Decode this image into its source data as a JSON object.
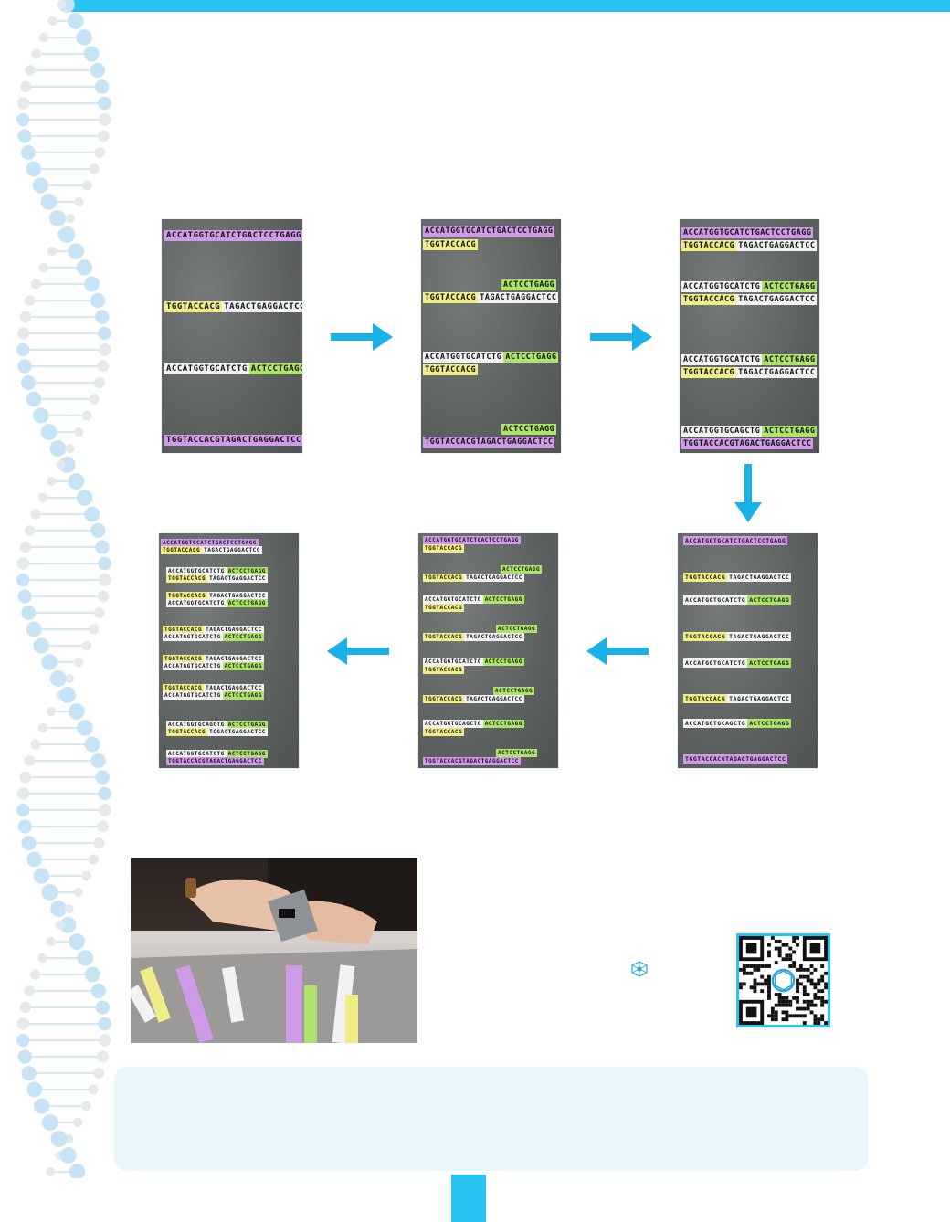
{
  "colors": {
    "accent": "#29c4f2",
    "purple_strand": "#cf9be6",
    "yellow_strand": "#f0ec86",
    "white_strand": "#f2f2f2",
    "green_strand": "#aee36a",
    "panel_bg": "#e8f7fd"
  },
  "icons": {
    "flow_arrow": "arrow-icon",
    "qr": "qr-code-icon",
    "logo": "molecule-logo-icon"
  },
  "step1": {
    "strips": [
      [
        [
          "pur",
          "ACCATGGTGCATCTGACTCCTGAGG"
        ]
      ],
      [
        [
          "yel",
          "TGGTACCACG"
        ],
        [
          "wht",
          "TAGACTGAGGACTCC"
        ]
      ],
      [
        [
          "wht",
          "ACCATGGTGCATCTG"
        ],
        [
          "grn",
          "ACTCCTGAGG"
        ]
      ],
      [
        [
          "pur",
          "TGGTACCACGTAGACTGAGGACTCC"
        ]
      ]
    ]
  },
  "step2": {
    "strips": [
      [
        [
          "pur",
          "ACCATGGTGCATCTGACTCCTGAGG"
        ]
      ],
      [
        [
          "yel",
          "TGGTACCACG"
        ]
      ],
      [
        [
          "grn",
          "ACTCCTGAGG"
        ]
      ],
      [
        [
          "yel",
          "TGGTACCACG"
        ],
        [
          "wht",
          "TAGACTGAGGACTCC"
        ]
      ],
      [
        [
          "wht",
          "ACCATGGTGCATCTG"
        ],
        [
          "grn",
          "ACTCCTGAGG"
        ]
      ],
      [
        [
          "yel",
          "TGGTACCACG"
        ]
      ],
      [
        [
          "grn",
          "ACTCCTGAGG"
        ]
      ],
      [
        [
          "pur",
          "TGGTACCACGTAGACTGAGGACTCC"
        ]
      ]
    ]
  },
  "step3": {
    "strips": [
      [
        [
          "pur",
          "ACCATGGTGCATCTGACTCCTGAGG"
        ]
      ],
      [
        [
          "yel",
          "TGGTACCACG"
        ],
        [
          "wht",
          "TAGACTGAGGACTCC"
        ]
      ],
      [
        [
          "wht",
          "ACCATGGTGCATCTG"
        ],
        [
          "grn",
          "ACTCCTGAGG"
        ]
      ],
      [
        [
          "yel",
          "TGGTACCACG"
        ],
        [
          "wht",
          "TAGACTGAGGACTCC"
        ]
      ],
      [
        [
          "wht",
          "ACCATGGTGCATCTG"
        ],
        [
          "grn",
          "ACTCCTGAGG"
        ]
      ],
      [
        [
          "yel",
          "TGGTACCACG"
        ],
        [
          "wht",
          "TAGACTGAGGACTCC"
        ]
      ],
      [
        [
          "wht",
          "ACCATGGTGCAGCTG"
        ],
        [
          "grn",
          "ACTCCTGAGG"
        ]
      ],
      [
        [
          "pur",
          "TGGTACCACGTAGACTGAGGACTCC"
        ]
      ]
    ]
  },
  "step4": {
    "strips": [
      [
        [
          "pur",
          "ACCATGGTGCATCTGACTCCTGAGG"
        ]
      ],
      [
        [
          "yel",
          "TGGTACCACG"
        ],
        [
          "wht",
          "TAGACTGAGGACTCC"
        ]
      ],
      [
        [
          "wht",
          "ACCATGGTGCATCTG"
        ],
        [
          "grn",
          "ACTCCTGAGG"
        ]
      ],
      [
        [
          "yel",
          "TGGTACCACG"
        ],
        [
          "wht",
          "TAGACTGAGGACTCC"
        ]
      ],
      [
        [
          "wht",
          "ACCATGGTGCATCTG"
        ],
        [
          "grn",
          "ACTCCTGAGG"
        ]
      ],
      [
        [
          "yel",
          "TGGTACCACG"
        ],
        [
          "wht",
          "TAGACTGAGGACTCC"
        ]
      ],
      [
        [
          "wht",
          "ACCATGGTGCAGCTG"
        ],
        [
          "grn",
          "ACTCCTGAGG"
        ]
      ],
      [
        [
          "pur",
          "TGGTACCACGTAGACTGAGGACTCC"
        ]
      ]
    ]
  },
  "step5": {
    "strips": [
      [
        [
          "pur",
          "ACCATGGTGCATCTGACTCCTGAGG"
        ]
      ],
      [
        [
          "yel",
          "TGGTACCACG"
        ]
      ],
      [
        [
          "grn",
          "ACTCCTGAGG"
        ]
      ],
      [
        [
          "yel",
          "TGGTACCACG"
        ],
        [
          "wht",
          "TAGACTGAGGACTCC"
        ]
      ],
      [
        [
          "wht",
          "ACCATGGTGCATCTG"
        ],
        [
          "grn",
          "ACTCCTGAGG"
        ]
      ],
      [
        [
          "yel",
          "TGGTACCACG"
        ]
      ],
      [
        [
          "grn",
          "ACTCCTGAGG"
        ]
      ],
      [
        [
          "yel",
          "TGGTACCACG"
        ],
        [
          "wht",
          "TAGACTGAGGACTCC"
        ]
      ],
      [
        [
          "wht",
          "ACCATGGTGCATCTG"
        ],
        [
          "grn",
          "ACTCCTGAGG"
        ]
      ],
      [
        [
          "yel",
          "TGGTACCACG"
        ]
      ],
      [
        [
          "grn",
          "ACTCCTGAGG"
        ]
      ],
      [
        [
          "yel",
          "TGGTACCACG"
        ],
        [
          "wht",
          "TAGACTGAGGACTCC"
        ]
      ],
      [
        [
          "wht",
          "ACCATGGTGCAGCTG"
        ],
        [
          "grn",
          "ACTCCTGAGG"
        ]
      ],
      [
        [
          "yel",
          "TGGTACCACG"
        ]
      ],
      [
        [
          "grn",
          "ACTCCTGAGG"
        ]
      ],
      [
        [
          "pur",
          "TGGTACCACGTAGACTGAGGACTCC"
        ]
      ]
    ]
  },
  "step6": {
    "strips": [
      [
        [
          "pur",
          "ACCATGGTGCATCTGACTCCTGAGG"
        ]
      ],
      [
        [
          "yel",
          "TGGTACCACG"
        ],
        [
          "wht",
          "TAGACTGAGGACTCC"
        ]
      ],
      [
        [
          "wht",
          "ACCATGGTGCATCTG"
        ],
        [
          "grn",
          "ACTCCTGAGG"
        ]
      ],
      [
        [
          "yel",
          "TGGTACCACG"
        ],
        [
          "wht",
          "TAGACTGAGGACTCC"
        ]
      ],
      [
        [
          "yel",
          "TGGTACCACG"
        ],
        [
          "wht",
          "TAGACTGAGGACTCC"
        ]
      ],
      [
        [
          "wht",
          "ACCATGGTGCATCTG"
        ],
        [
          "grn",
          "ACTCCTGAGG"
        ]
      ],
      [
        [
          "yel",
          "TGGTACCACG"
        ],
        [
          "wht",
          "TAGACTGAGGACTCC"
        ]
      ],
      [
        [
          "wht",
          "ACCATGGTGCATCTG"
        ],
        [
          "grn",
          "ACTCCTGAGG"
        ]
      ],
      [
        [
          "yel",
          "TGGTACCACG"
        ],
        [
          "wht",
          "TAGACTGAGGACTCC"
        ]
      ],
      [
        [
          "wht",
          "ACCATGGTGCATCTG"
        ],
        [
          "grn",
          "ACTCCTGAGG"
        ]
      ],
      [
        [
          "yel",
          "TGGTACCACG"
        ],
        [
          "wht",
          "TAGACTGAGGACTCC"
        ]
      ],
      [
        [
          "wht",
          "ACCATGGTGCATCTG"
        ],
        [
          "grn",
          "ACTCCTGAGG"
        ]
      ],
      [
        [
          "wht",
          "ACCATGGTGCAGCTG"
        ],
        [
          "grn",
          "ACTCCTGAGG"
        ]
      ],
      [
        [
          "yel",
          "TGGTACCACG"
        ],
        [
          "wht",
          "TCGACTGAGGACTCC"
        ]
      ],
      [
        [
          "wht",
          "ACCATGGTGCATCTG"
        ],
        [
          "grn",
          "ACTCCTGAGG"
        ]
      ],
      [
        [
          "pur",
          "TGGTACCACGTAGACTGAGGACTCC"
        ]
      ]
    ]
  }
}
